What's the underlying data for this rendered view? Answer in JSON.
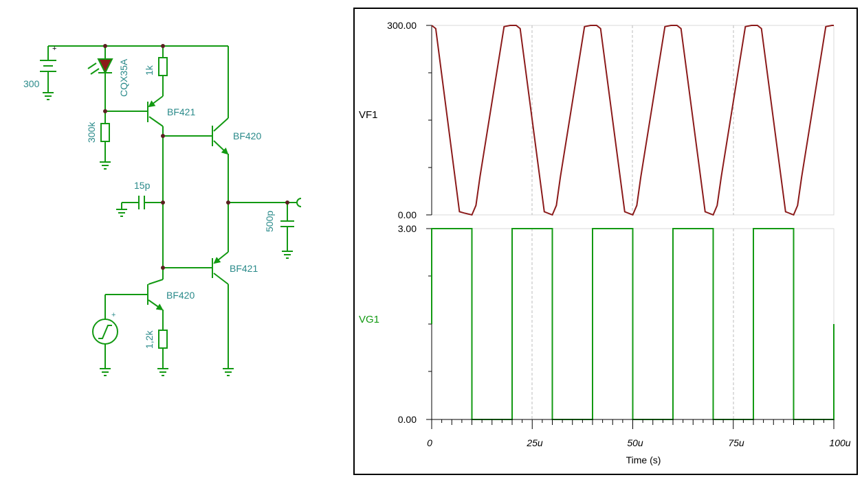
{
  "schematic": {
    "battery_label": "300",
    "battery_plus": "+",
    "diode_label": "CQX35A",
    "r1_label": "1k",
    "r2_label": "300k",
    "r3_label": "1,2k",
    "c1_label": "15p",
    "c2_label": "500p",
    "q1_label": "BF421",
    "q2_label": "BF420",
    "q3_label": "BF421",
    "q4_label": "BF420",
    "source_plus": "+"
  },
  "chart_data": [
    {
      "type": "line",
      "signal": "VF1",
      "ylabel": "VF1",
      "ylim": [
        0,
        300
      ],
      "ytick_labels": [
        "300.00",
        "0.00"
      ],
      "color": "#8b1a1a",
      "x": [
        0,
        1,
        6.9,
        8,
        10,
        11,
        12,
        18,
        19.5,
        21,
        22,
        28,
        30,
        31,
        32,
        38,
        39.5,
        41,
        42,
        48,
        50,
        51,
        52,
        58,
        59.5,
        61,
        62,
        68,
        70,
        71,
        72,
        78,
        79.5,
        81,
        82,
        88,
        90,
        91,
        92,
        98,
        99.5,
        100
      ],
      "y": [
        300,
        295,
        5,
        3,
        0,
        15,
        60,
        298,
        300,
        300,
        295,
        5,
        0,
        15,
        60,
        298,
        300,
        300,
        295,
        5,
        0,
        15,
        60,
        298,
        300,
        300,
        295,
        5,
        0,
        15,
        60,
        298,
        300,
        300,
        295,
        5,
        0,
        15,
        60,
        298,
        300,
        300
      ]
    },
    {
      "type": "line",
      "signal": "VG1",
      "ylabel": "VG1",
      "ylim": [
        0,
        3
      ],
      "ytick_labels": [
        "3.00",
        "0.00"
      ],
      "color": "#129912",
      "x": [
        0,
        0,
        10,
        10,
        20,
        20,
        30,
        30,
        40,
        40,
        50,
        50,
        60,
        60,
        70,
        70,
        80,
        80,
        90,
        90,
        100,
        100
      ],
      "y": [
        1.5,
        3,
        3,
        0,
        0,
        3,
        3,
        0,
        0,
        3,
        3,
        0,
        0,
        3,
        3,
        0,
        0,
        3,
        3,
        0,
        0,
        1.5
      ],
      "xlabel": "Time (s)",
      "xlim": [
        0,
        100
      ],
      "xtick_labels": [
        "0",
        "25u",
        "50u",
        "75u",
        "100u"
      ]
    }
  ]
}
